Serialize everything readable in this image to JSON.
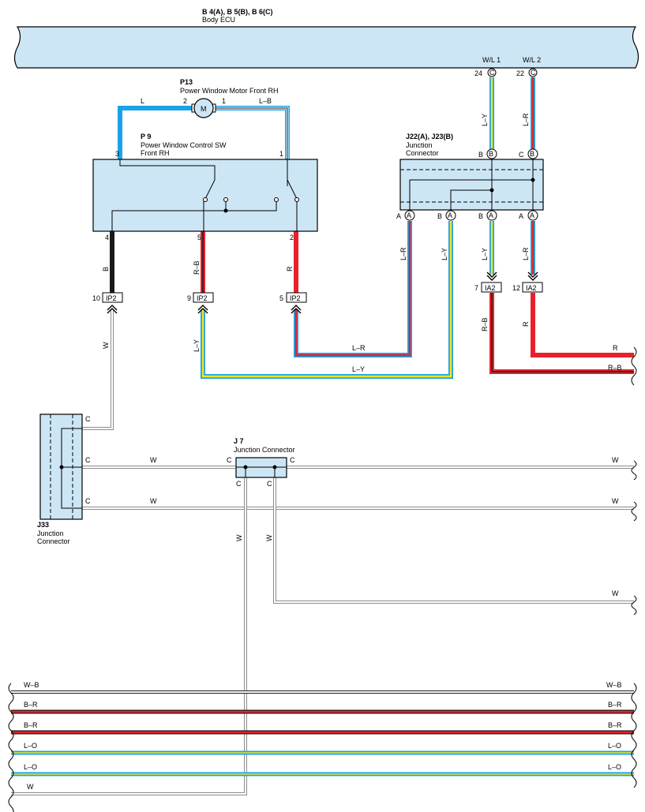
{
  "ecu": {
    "code": "B 4(A), B 5(B), B 6(C)",
    "name": "Body ECU"
  },
  "motor": {
    "code": "P13",
    "name": "Power Window Motor Front RH",
    "symbol": "M"
  },
  "switch": {
    "code": "P 9",
    "name1": "Power Window Control SW",
    "name2": "Front RH"
  },
  "j22": {
    "code": "J22(A), J23(B)",
    "name1": "Junction",
    "name2": "Connector"
  },
  "j7": {
    "code": "J 7",
    "name": "Junction Connector"
  },
  "j33": {
    "code": "J33",
    "name1": "Junction",
    "name2": "Connector"
  },
  "pins": {
    "ecu_24": "24",
    "ecu_22": "22",
    "ecu_c": "C",
    "wl1": "W/L 1",
    "wl2": "W/L 2",
    "m2": "2",
    "m1": "1",
    "sw3": "3",
    "sw1": "1",
    "sw4": "4",
    "sw5": "5",
    "sw2": "2",
    "j_b": "B",
    "j_c": "C",
    "j_a": "A",
    "ip2": "IP2",
    "ia2": "IA2",
    "n10": "10",
    "n9": "9",
    "n5": "5",
    "n7": "7",
    "n12": "12"
  },
  "wire_colors": {
    "L": "L",
    "LB": "L–B",
    "LY": "L–Y",
    "LR": "L–R",
    "RB": "R–B",
    "R": "R",
    "B": "B",
    "W": "W",
    "WB": "W–B",
    "BR": "B–R",
    "LO": "L–O"
  },
  "colors": {
    "connector_fill": "#cde6f5",
    "blue": "#1aa3e8",
    "red": "#e8202a",
    "yellow": "#f2e224",
    "black": "#1a1a1a",
    "white_wire_outline": "#8c8c8c"
  }
}
